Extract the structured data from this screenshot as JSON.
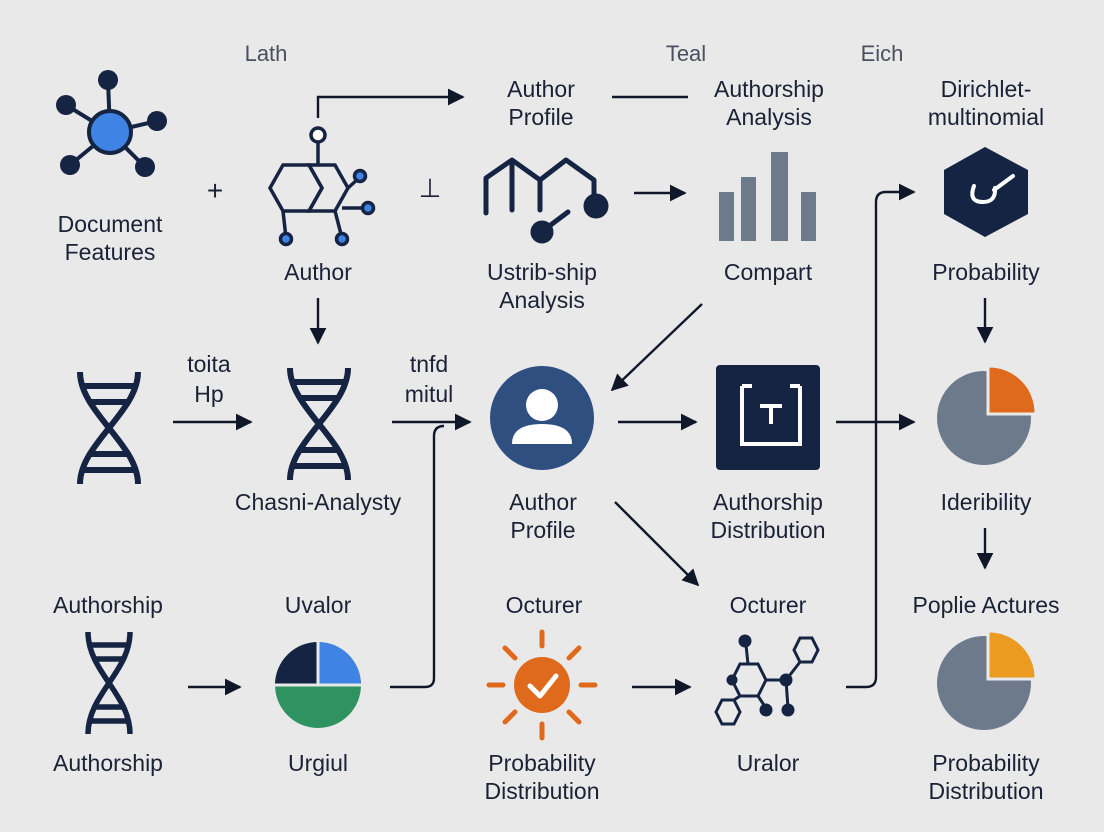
{
  "top_labels": [
    "Lath",
    "Teal",
    "Eich"
  ],
  "operators": {
    "plus": "+",
    "tack": "⊥"
  },
  "nodes": {
    "document_features": [
      "Document",
      "Features"
    ],
    "author": [
      "Author"
    ],
    "author_profile_top": [
      "Author",
      "Profile"
    ],
    "ustrib_ship": [
      "Ustrib-ship",
      "Analysis"
    ],
    "authorship_analysis_top": [
      "Authorship",
      "Analysis"
    ],
    "compart": [
      "Compart"
    ],
    "dirichlet": [
      "Dirichlet-",
      "multinomial"
    ],
    "probability_top": [
      "Probability"
    ],
    "toita": [
      "toita",
      "Hp"
    ],
    "chasni": [
      "Chasni-Analysty"
    ],
    "tnfd": [
      "tnfd",
      "mitul"
    ],
    "author_profile_mid": [
      "Author",
      "Profile"
    ],
    "authorship_distribution": [
      "Authorship",
      "Distribution"
    ],
    "ideribility": [
      "Ideribility"
    ],
    "authorship_bottom_top": [
      "Authorship"
    ],
    "authorship_bottom": [
      "Authorship"
    ],
    "uvalor": [
      "Uvalor"
    ],
    "urgiul": [
      "Urgiul"
    ],
    "octurer_left": [
      "Octurer"
    ],
    "probability_distribution_mid": [
      "Probability",
      "Distribution"
    ],
    "octurer_right": [
      "Octurer"
    ],
    "uralor": [
      "Uralor"
    ],
    "poplie_actures": [
      "Poplie Actures"
    ],
    "probability_distribution_right": [
      "Probability",
      "Distribution"
    ]
  },
  "icons": {
    "network": "network-hub-icon",
    "molecule": "molecule-icon",
    "pathway": "pathway-icon",
    "bars": "bar-chart-icon",
    "hexagon": "hexagon-badge-icon",
    "dna": "dna-icon",
    "user": "user-avatar-icon",
    "frame": "framed-square-icon",
    "pie": "pie-chart-icon",
    "sun_check": "sun-check-icon"
  },
  "colors": {
    "background": "#e9e9ea",
    "navy": "#152443",
    "blue": "#3f84e5",
    "slate": "#6c7a8c",
    "orange": "#e06a1b",
    "amber": "#eb9a22",
    "green": "#2e9361",
    "profile_blue": "#2f4f80"
  }
}
